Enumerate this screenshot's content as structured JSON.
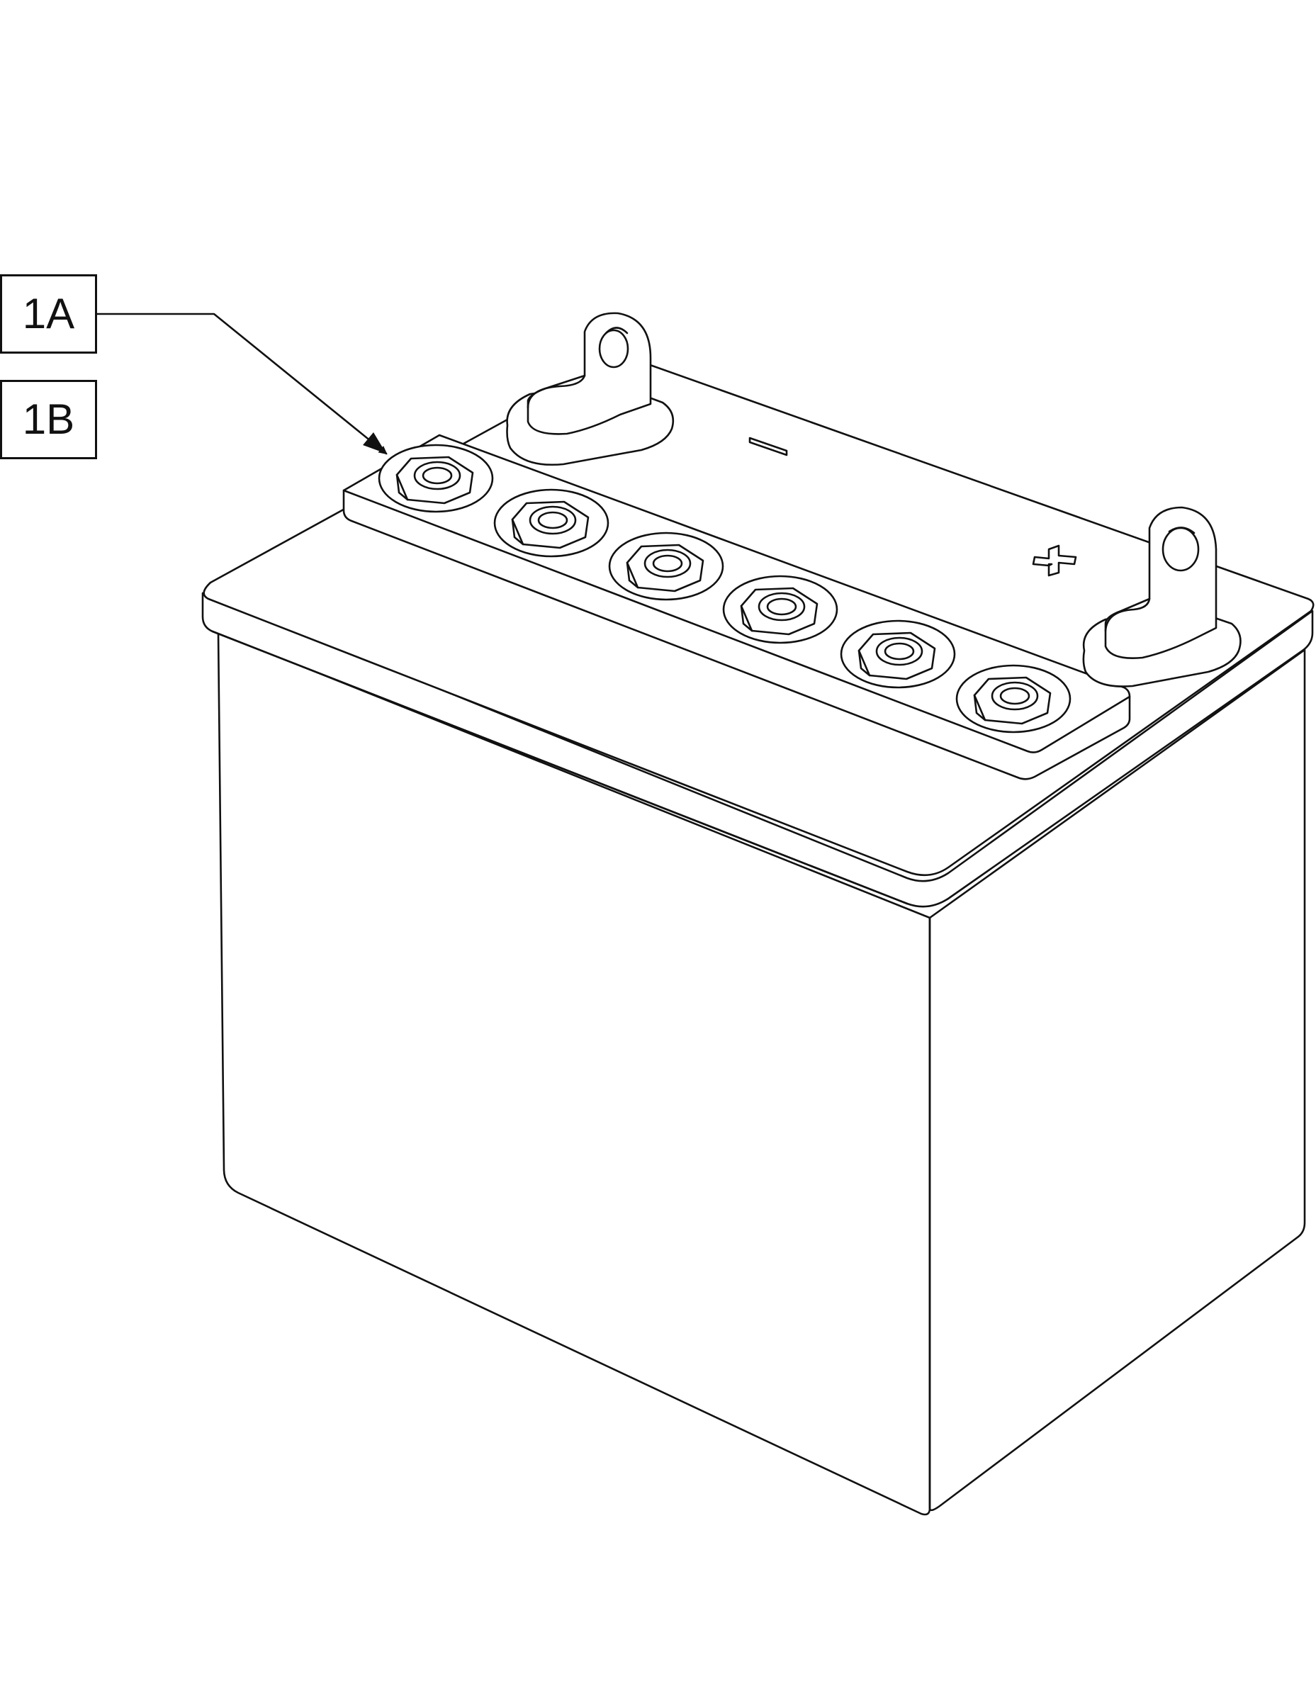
{
  "callouts": [
    {
      "id": "1A",
      "label": "1A"
    },
    {
      "id": "1B",
      "label": "1B"
    }
  ],
  "terminals": {
    "negative_symbol": "−",
    "positive_symbol": "+"
  },
  "colors": {
    "line": "#111111",
    "background": "#ffffff"
  }
}
